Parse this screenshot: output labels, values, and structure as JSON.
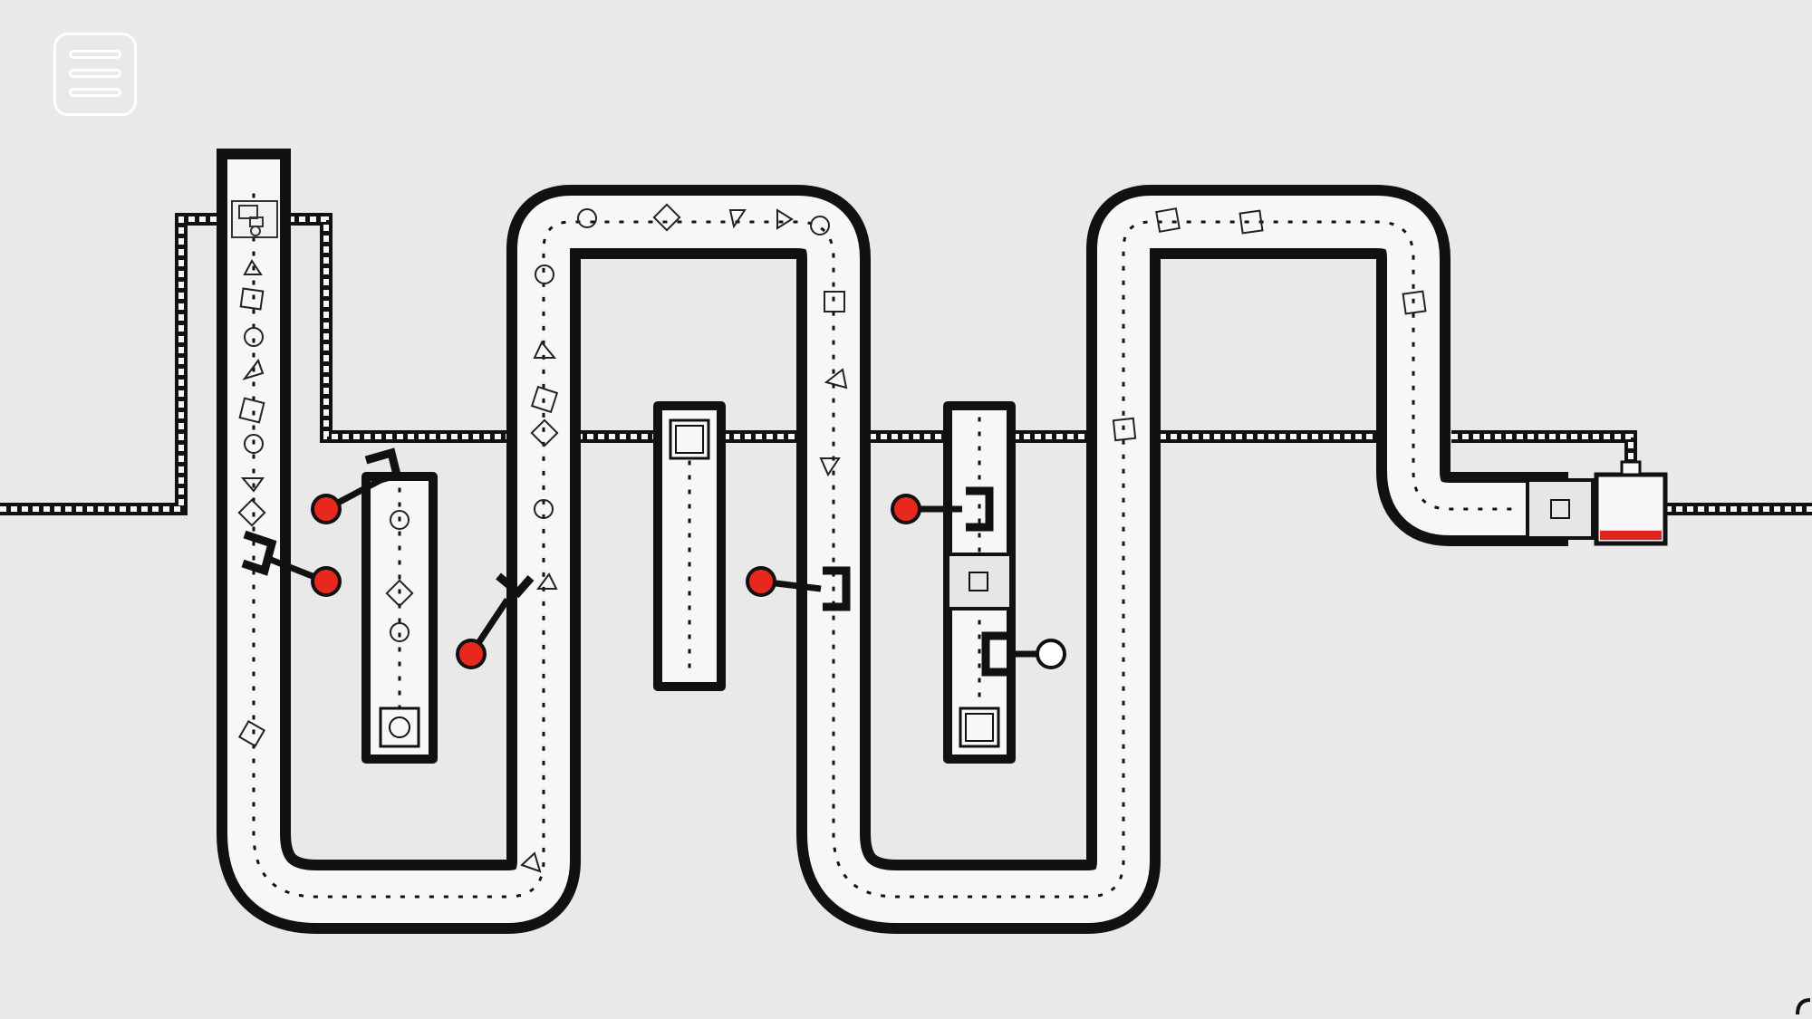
{
  "game": {
    "screen": "conveyor-puzzle-level",
    "menu": {
      "label": "",
      "icon": "hamburger-menu-icon"
    },
    "colors": {
      "background": "#e9e9e9",
      "belt": "#111111",
      "belt_fill": "#f7f7f7",
      "knob": "#e8281d",
      "knob_unset": "#ffffff",
      "fill_level": "#e0241b"
    },
    "shapes": [
      "square",
      "circle",
      "triangle",
      "diamond"
    ],
    "machines": [
      {
        "name": "shape-generator",
        "icon": "generator-icon"
      },
      {
        "name": "sorter",
        "icon": "square-icon"
      },
      {
        "name": "output-bin",
        "icon": "bin-icon"
      }
    ],
    "levers": [
      {
        "name": "lever-1",
        "state": "set",
        "color": "#e8281d"
      },
      {
        "name": "lever-2",
        "state": "set",
        "color": "#e8281d"
      },
      {
        "name": "lever-3",
        "state": "set",
        "color": "#e8281d"
      },
      {
        "name": "lever-4",
        "state": "set",
        "color": "#e8281d"
      },
      {
        "name": "lever-5",
        "state": "set",
        "color": "#e8281d"
      },
      {
        "name": "lever-6",
        "state": "unset",
        "color": "#ffffff"
      }
    ],
    "output_fill_fraction": 0.15
  }
}
